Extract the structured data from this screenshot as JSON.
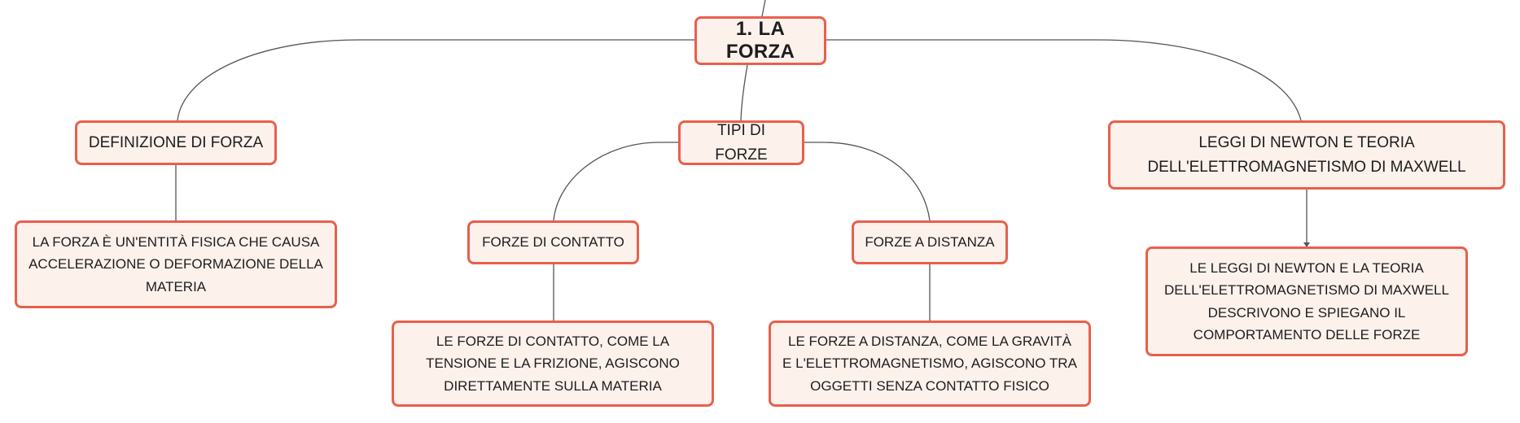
{
  "colors": {
    "node_border": "#e8604c",
    "node_fill": "#fdf1ec",
    "connector": "#555555",
    "text": "#1d1d1d"
  },
  "root": {
    "label": "1. LA FORZA"
  },
  "branches": [
    {
      "label": "DEFINIZIONE DI FORZA",
      "children": [
        {
          "label": "LA FORZA È UN'ENTITÀ FISICA CHE CAUSA ACCELERAZIONE O DEFORMAZIONE DELLA MATERIA"
        }
      ]
    },
    {
      "label": "TIPI DI FORZE",
      "children": [
        {
          "label": "FORZE DI CONTATTO",
          "children": [
            {
              "label": "LE FORZE DI CONTATTO, COME LA TENSIONE E LA FRIZIONE, AGISCONO DIRETTAMENTE SULLA MATERIA"
            }
          ]
        },
        {
          "label": "FORZE A DISTANZA",
          "children": [
            {
              "label": "LE FORZE A DISTANZA, COME LA GRAVITÀ E L'ELETTROMAGNETISMO, AGISCONO TRA OGGETTI SENZA CONTATTO FISICO"
            }
          ]
        }
      ]
    },
    {
      "label": "LEGGI DI NEWTON E TEORIA DELL'ELETTROMAGNETISMO DI MAXWELL",
      "children": [
        {
          "label": "LE LEGGI DI NEWTON E LA TEORIA DELL'ELETTROMAGNETISMO DI MAXWELL DESCRIVONO E SPIEGANO IL COMPORTAMENTO DELLE FORZE"
        }
      ]
    }
  ]
}
